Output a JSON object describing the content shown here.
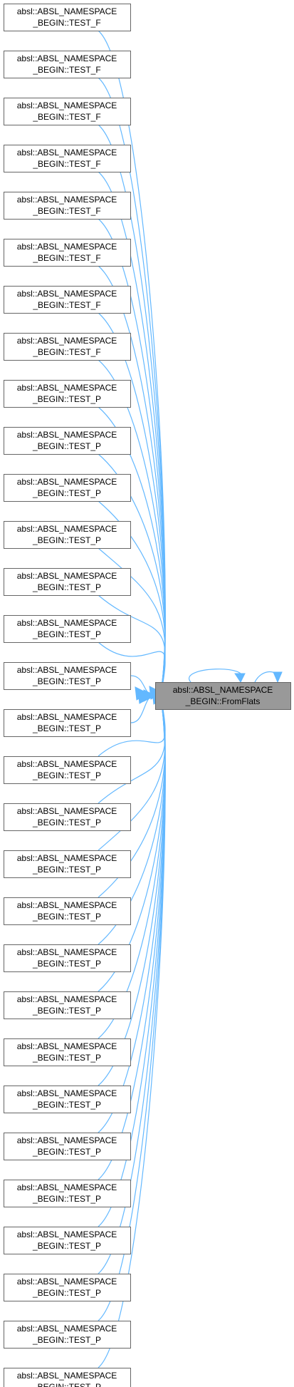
{
  "graph": {
    "target": {
      "line1": "absl::ABSL_NAMESPACE",
      "line2": "_BEGIN::FromFlats",
      "fill": "#999999"
    },
    "callers": [
      {
        "line1": "absl::ABSL_NAMESPACE",
        "line2": "_BEGIN::TEST_F"
      },
      {
        "line1": "absl::ABSL_NAMESPACE",
        "line2": "_BEGIN::TEST_F"
      },
      {
        "line1": "absl::ABSL_NAMESPACE",
        "line2": "_BEGIN::TEST_F"
      },
      {
        "line1": "absl::ABSL_NAMESPACE",
        "line2": "_BEGIN::TEST_F"
      },
      {
        "line1": "absl::ABSL_NAMESPACE",
        "line2": "_BEGIN::TEST_F"
      },
      {
        "line1": "absl::ABSL_NAMESPACE",
        "line2": "_BEGIN::TEST_F"
      },
      {
        "line1": "absl::ABSL_NAMESPACE",
        "line2": "_BEGIN::TEST_F"
      },
      {
        "line1": "absl::ABSL_NAMESPACE",
        "line2": "_BEGIN::TEST_F"
      },
      {
        "line1": "absl::ABSL_NAMESPACE",
        "line2": "_BEGIN::TEST_P"
      },
      {
        "line1": "absl::ABSL_NAMESPACE",
        "line2": "_BEGIN::TEST_P"
      },
      {
        "line1": "absl::ABSL_NAMESPACE",
        "line2": "_BEGIN::TEST_P"
      },
      {
        "line1": "absl::ABSL_NAMESPACE",
        "line2": "_BEGIN::TEST_P"
      },
      {
        "line1": "absl::ABSL_NAMESPACE",
        "line2": "_BEGIN::TEST_P"
      },
      {
        "line1": "absl::ABSL_NAMESPACE",
        "line2": "_BEGIN::TEST_P"
      },
      {
        "line1": "absl::ABSL_NAMESPACE",
        "line2": "_BEGIN::TEST_P"
      },
      {
        "line1": "absl::ABSL_NAMESPACE",
        "line2": "_BEGIN::TEST_P"
      },
      {
        "line1": "absl::ABSL_NAMESPACE",
        "line2": "_BEGIN::TEST_P"
      },
      {
        "line1": "absl::ABSL_NAMESPACE",
        "line2": "_BEGIN::TEST_P"
      },
      {
        "line1": "absl::ABSL_NAMESPACE",
        "line2": "_BEGIN::TEST_P"
      },
      {
        "line1": "absl::ABSL_NAMESPACE",
        "line2": "_BEGIN::TEST_P"
      },
      {
        "line1": "absl::ABSL_NAMESPACE",
        "line2": "_BEGIN::TEST_P"
      },
      {
        "line1": "absl::ABSL_NAMESPACE",
        "line2": "_BEGIN::TEST_P"
      },
      {
        "line1": "absl::ABSL_NAMESPACE",
        "line2": "_BEGIN::TEST_P"
      },
      {
        "line1": "absl::ABSL_NAMESPACE",
        "line2": "_BEGIN::TEST_P"
      },
      {
        "line1": "absl::ABSL_NAMESPACE",
        "line2": "_BEGIN::TEST_P"
      },
      {
        "line1": "absl::ABSL_NAMESPACE",
        "line2": "_BEGIN::TEST_P"
      },
      {
        "line1": "absl::ABSL_NAMESPACE",
        "line2": "_BEGIN::TEST_P"
      },
      {
        "line1": "absl::ABSL_NAMESPACE",
        "line2": "_BEGIN::TEST_P"
      },
      {
        "line1": "absl::ABSL_NAMESPACE",
        "line2": "_BEGIN::TEST_P"
      },
      {
        "line1": "absl::ABSL_NAMESPACE",
        "line2": "_BEGIN::TEST_P"
      }
    ],
    "self_call": true,
    "colors": {
      "edge": "#63b8ff",
      "node_border": "#666666",
      "target_fill": "#999999",
      "node_fill": "#ffffff"
    }
  }
}
